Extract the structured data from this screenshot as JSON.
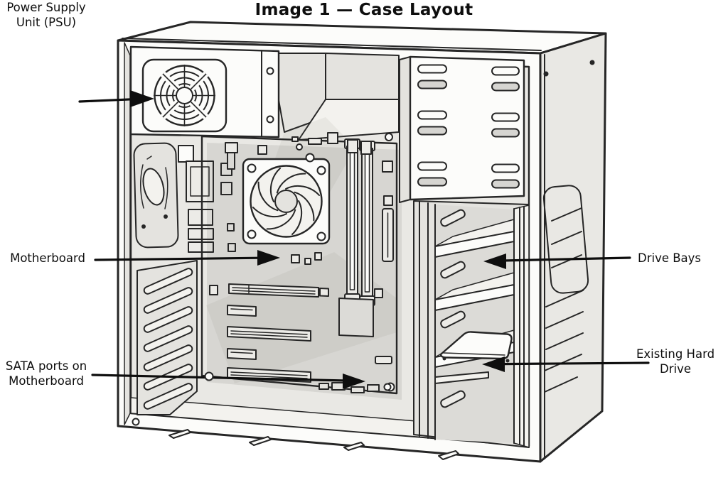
{
  "title": "Image 1 — Case Layout",
  "figure": {
    "kind": "annotated line-art diagram",
    "subject": "desktop PC tower case interior, three-quarter view",
    "parts_labeled": 5
  },
  "labels": [
    {
      "id": "psu",
      "text": "Power Supply Unit (PSU)",
      "side": "left",
      "points_to": "psu-fan"
    },
    {
      "id": "motherboard",
      "text": "Motherboard",
      "side": "left",
      "points_to": "motherboard"
    },
    {
      "id": "sata",
      "text": "SATA ports on Motherboard",
      "side": "left",
      "points_to": "sata-ports"
    },
    {
      "id": "drive-bays",
      "text": "Drive Bays",
      "side": "right",
      "points_to": "drive-bay-shelves"
    },
    {
      "id": "hard-drive",
      "text": "Existing Hard Drive",
      "side": "right",
      "points_to": "hard-drive-tray"
    }
  ],
  "colors": {
    "line": "#262626",
    "panel_white": "#fcfcfa",
    "panel_gray": "#e9e8e4",
    "background": "#ffffff",
    "label_text": "#0e0e0e"
  }
}
